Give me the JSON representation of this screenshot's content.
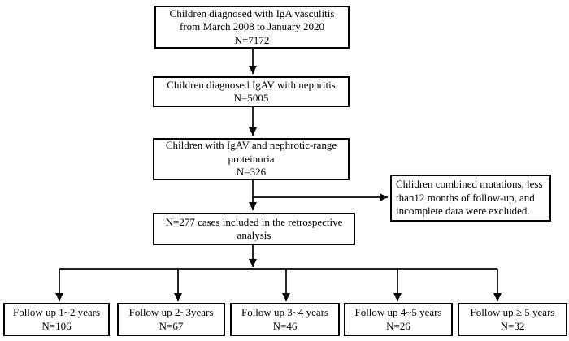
{
  "diagram": {
    "type": "flowchart",
    "background_color": "#ffffff",
    "box_border_color": "#000000",
    "arrow_color": "#000000",
    "text_color": "#000000"
  },
  "nodes": {
    "iga_vasculitis": {
      "lines": [
        "Children diagnosed with IgA vasculitis",
        "from March 2008 to January 2020",
        "N=7172"
      ]
    },
    "igav_nephritis": {
      "lines": [
        "Children diagnosed IgAV with nephritis",
        "N=5005"
      ]
    },
    "nephrotic_proteinuria": {
      "lines": [
        "Children with IgAV and nephrotic-range",
        "proteinuria",
        "N=326"
      ]
    },
    "excluded": {
      "lines": [
        "Chlidren combined mutations, less",
        "than12 months of follow-up, and",
        "incomplete data were excluded."
      ]
    },
    "included": {
      "lines": [
        "N=277 cases included in the retrospective",
        "analysis"
      ]
    },
    "followup_1_2": {
      "lines": [
        "Follow up 1~2 years",
        "N=106"
      ]
    },
    "followup_2_3": {
      "lines": [
        "Follow up 2~3years",
        "N=67"
      ]
    },
    "followup_3_4": {
      "lines": [
        "Follow up 3~4 years",
        "N=46"
      ]
    },
    "followup_4_5": {
      "lines": [
        "Follow up 4~5 years",
        "N=26"
      ]
    },
    "followup_5_plus": {
      "lines": [
        "Follow up ≥ 5 years",
        "N=32"
      ]
    }
  }
}
